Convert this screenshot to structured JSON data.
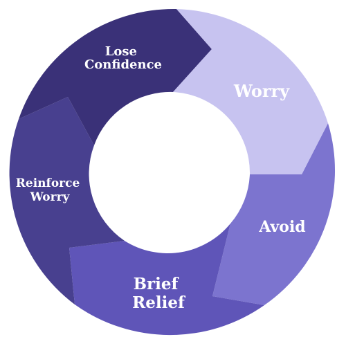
{
  "diagram": {
    "type": "cycle",
    "segments": [
      {
        "id": "worry",
        "lines": [
          "Worry"
        ],
        "color": "#c7c3f0"
      },
      {
        "id": "avoid",
        "lines": [
          "Avoid"
        ],
        "color": "#7c74cf"
      },
      {
        "id": "brief-relief",
        "lines": [
          "Brief",
          "Relief"
        ],
        "color": "#5f55b8"
      },
      {
        "id": "reinforce-worry",
        "lines": [
          "Reinforce",
          "Worry"
        ],
        "color": "#48408f"
      },
      {
        "id": "lose-confidence",
        "lines": [
          "Lose",
          "Confidence"
        ],
        "color": "#3a3178"
      }
    ]
  }
}
